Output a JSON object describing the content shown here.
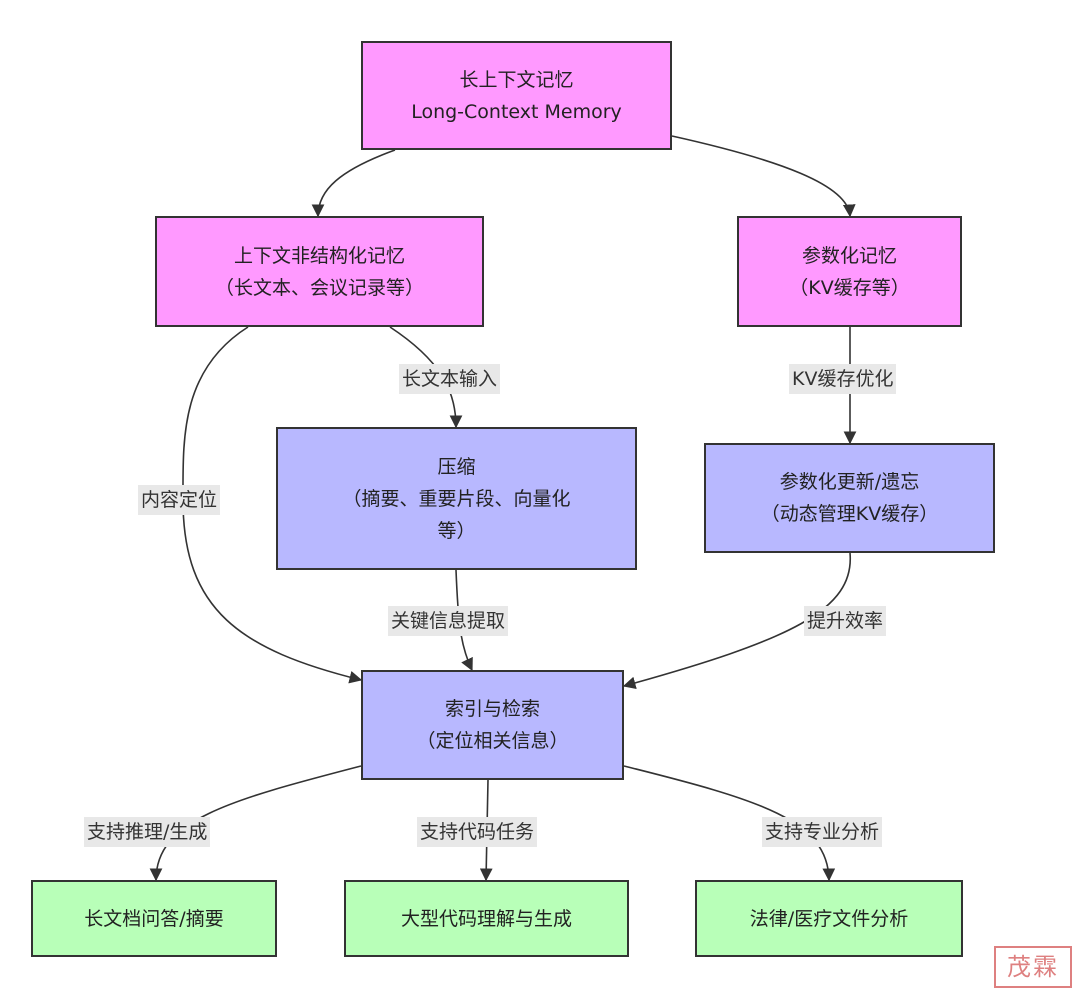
{
  "nodes": {
    "root": {
      "line1": "长上下文记忆",
      "line2": "Long-Context Memory"
    },
    "unstructured": {
      "line1": "上下文非结构化记忆",
      "line2": "（长文本、会议记录等）"
    },
    "param": {
      "line1": "参数化记忆",
      "line2": "（KV缓存等）"
    },
    "compress": {
      "line1": "压缩",
      "line2": "（摘要、重要片段、向量化",
      "line3": "等）"
    },
    "update": {
      "line1": "参数化更新/遗忘",
      "line2": "（动态管理KV缓存）"
    },
    "index": {
      "line1": "索引与检索",
      "line2": "（定位相关信息）"
    },
    "qa": {
      "line1": "长文档问答/摘要"
    },
    "code": {
      "line1": "大型代码理解与生成"
    },
    "legal": {
      "line1": "法律/医疗文件分析"
    }
  },
  "edges": {
    "long_text_input": "长文本输入",
    "content_locate": "内容定位",
    "kv_optimize": "KV缓存优化",
    "key_extract": "关键信息提取",
    "efficiency": "提升效率",
    "reasoning": "支持推理/生成",
    "code_task": "支持代码任务",
    "pro_analysis": "支持专业分析"
  },
  "seal": "茂霖",
  "colors": {
    "pink": "#ff99ff",
    "blue": "#b8b8ff",
    "green": "#b8ffb8",
    "label_bg": "#e8e8e8"
  }
}
